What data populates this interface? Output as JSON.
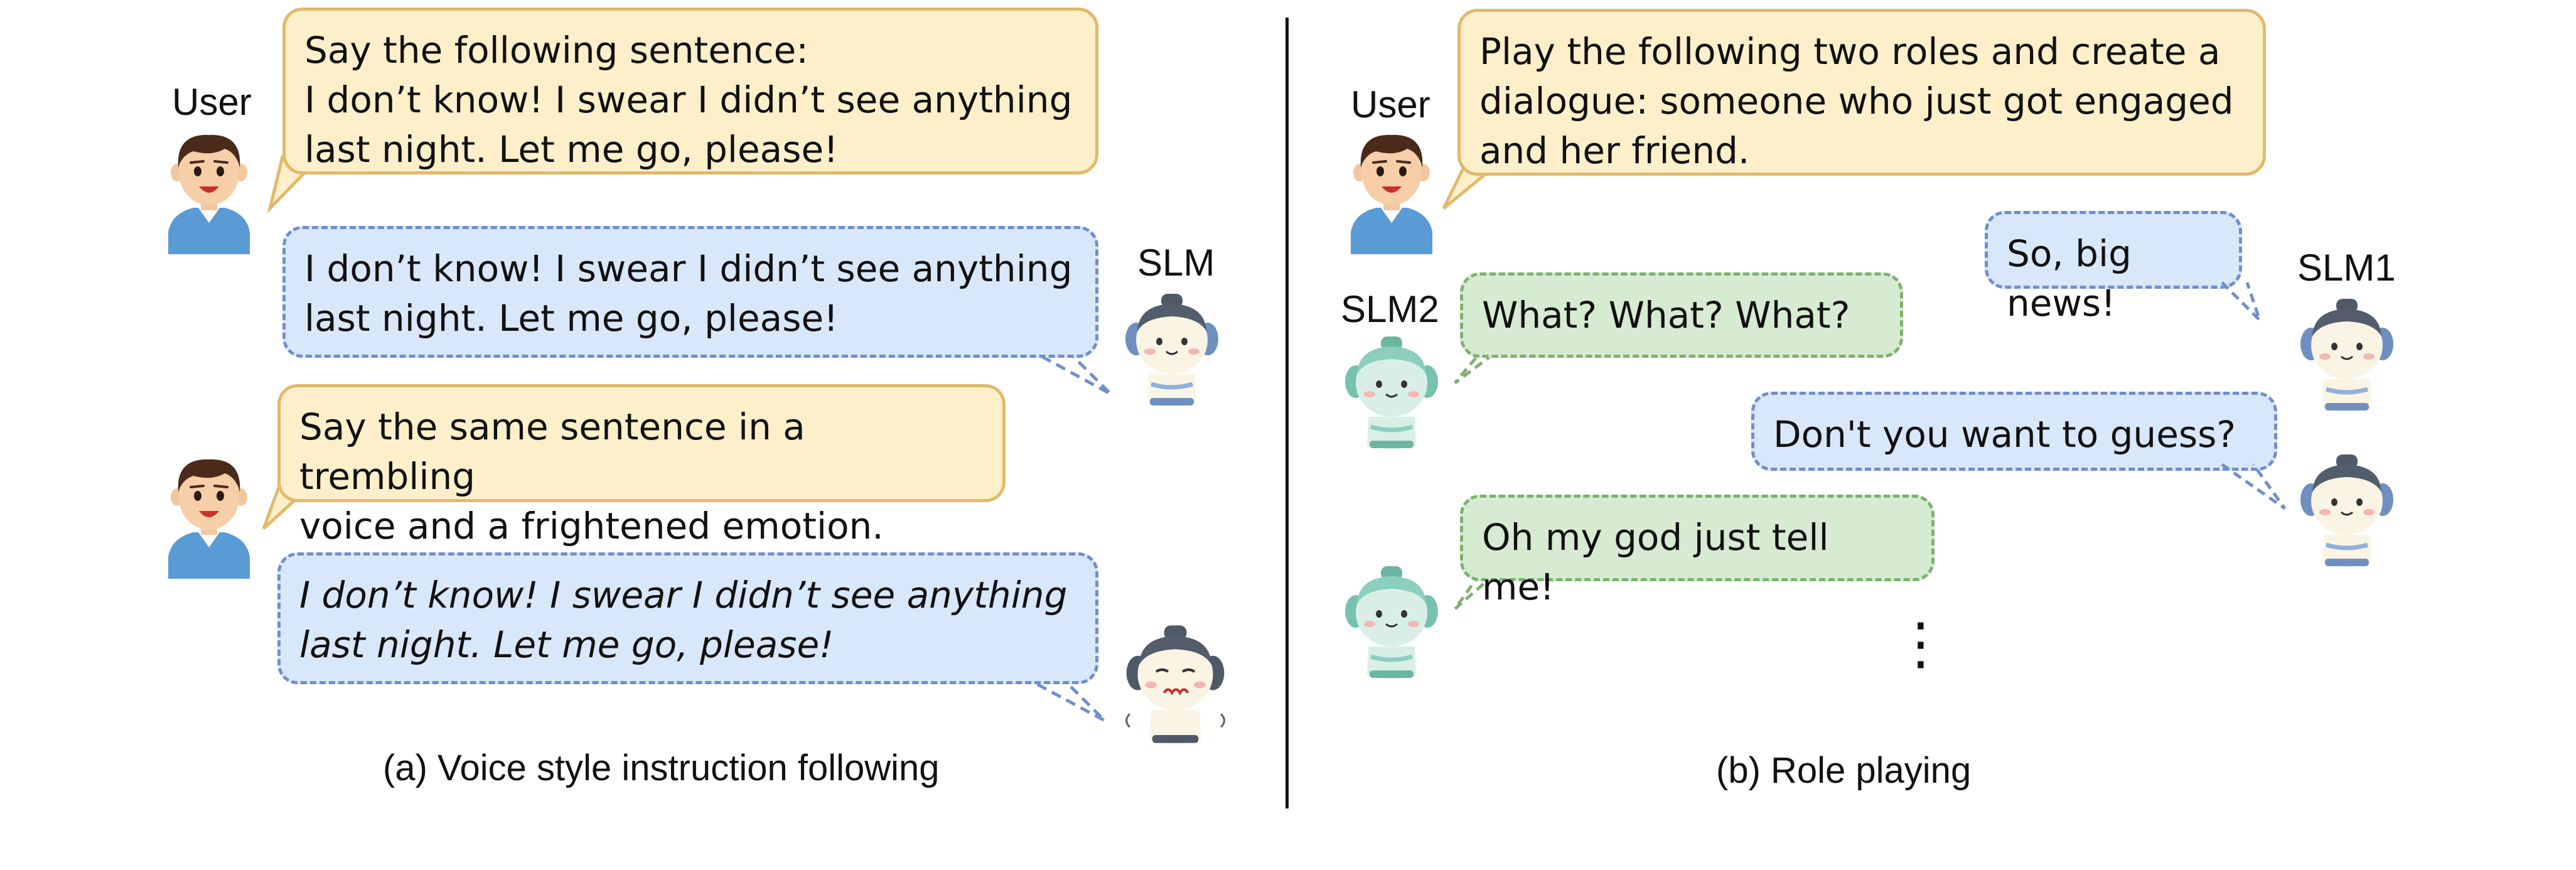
{
  "panel_a": {
    "user_label_1": "User",
    "slm_label": "SLM",
    "user_msg_1": "Say the following sentence:\nI don’t know! I swear I didn’t see anything\nlast night. Let me go, please!",
    "slm_msg_1": "I don’t know! I swear I didn’t see anything\nlast night. Let me go, please!",
    "user_msg_2": "Say the same sentence in a trembling\nvoice and a frightened emotion.",
    "slm_msg_2": "I don’t know! I swear I didn’t see anything\nlast night. Let me go, please!",
    "caption": "(a) Voice style instruction following"
  },
  "panel_b": {
    "user_label": "User",
    "slm1_label": "SLM1",
    "slm2_label": "SLM2",
    "user_msg": "Play the following two roles and create a\ndialogue:  someone who just got engaged\nand her friend.",
    "slm1_msg_1": "So, big news!",
    "slm2_msg_1": "What? What? What?",
    "slm1_msg_2": "Don't you want to guess?",
    "slm2_msg_2": "Oh my god just tell me!",
    "ellipsis": "⋮",
    "caption": "(b) Role playing"
  },
  "colors": {
    "user_bubble_fill": "#fdefca",
    "user_bubble_border": "#e2b96a",
    "slm_bubble_fill": "#d9e7fa",
    "slm_bubble_border": "#6f8fcc",
    "slm2_bubble_fill": "#d6ebd2",
    "slm2_bubble_border": "#7fb070"
  }
}
